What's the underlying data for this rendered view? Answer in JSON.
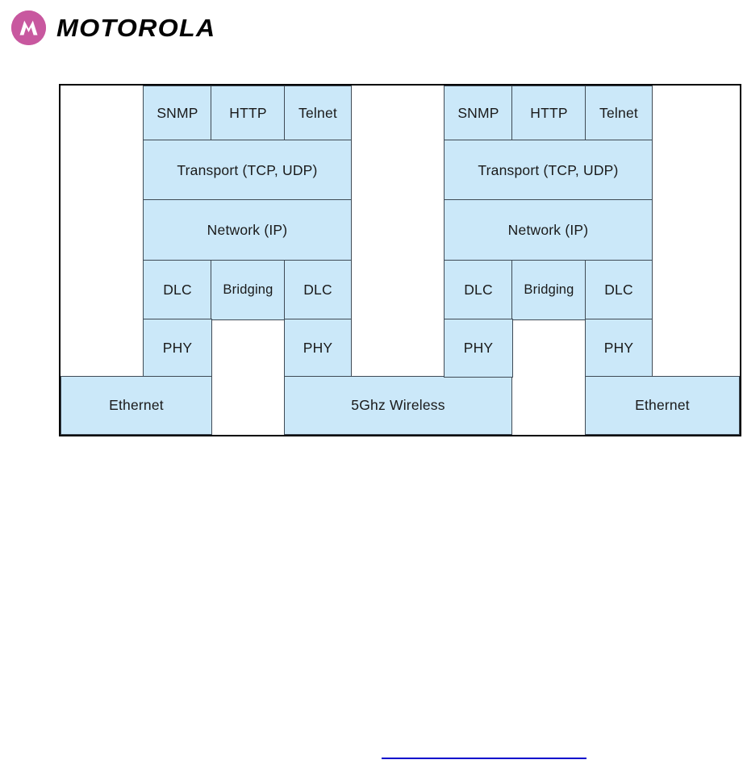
{
  "header": {
    "logo_icon": "motorola-batwing-icon",
    "wordmark": "MOTOROLA",
    "brand_color": "#c8589f"
  },
  "diagram": {
    "title": "Protocol stack diagram",
    "fill_color": "#cbe8f9",
    "border_color": "#3f4a55",
    "frame_color": "#000000",
    "left_stack": {
      "application_row": [
        {
          "label": "SNMP"
        },
        {
          "label": "HTTP"
        },
        {
          "label": "Telnet"
        }
      ],
      "transport": "Transport (TCP, UDP)",
      "network": "Network (IP)",
      "link_row": [
        {
          "label": "DLC"
        },
        {
          "label": "Bridging"
        },
        {
          "label": "DLC"
        }
      ],
      "phy_left": "PHY",
      "phy_right": "PHY",
      "medium_left": "Ethernet",
      "medium_right": "5Ghz Wireless"
    },
    "right_stack": {
      "application_row": [
        {
          "label": "SNMP"
        },
        {
          "label": "HTTP"
        },
        {
          "label": "Telnet"
        }
      ],
      "transport": "Transport (TCP, UDP)",
      "network": "Network (IP)",
      "link_row": [
        {
          "label": "DLC"
        },
        {
          "label": "Bridging"
        },
        {
          "label": "DLC"
        }
      ],
      "phy_left": "PHY",
      "phy_right": "PHY",
      "medium_right": "Ethernet"
    }
  },
  "footer": {
    "link_rule_color": "#0000cc"
  }
}
